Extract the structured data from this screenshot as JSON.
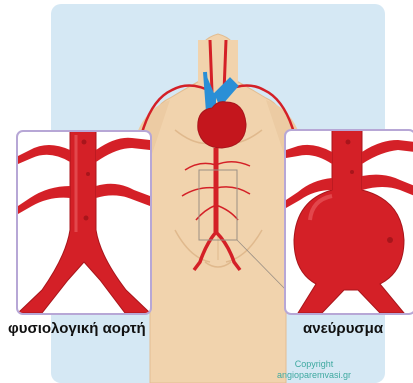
{
  "labels": {
    "normal_aorta": "φυσιολογική αορτή",
    "aneurysm": "ανεύρυσμα"
  },
  "copyright": {
    "line1": "Copyright",
    "line2": "angioparemvasi.gr"
  },
  "colors": {
    "background_panel": "#d5e8f4",
    "skin": "#f1d3ad",
    "skin_shadow": "#e6c298",
    "artery": "#d42027",
    "artery_dark": "#a8151b",
    "vein": "#2a8fd6",
    "inset_border": "#b7a7d6",
    "copyright_text": "#3fa9a0"
  }
}
